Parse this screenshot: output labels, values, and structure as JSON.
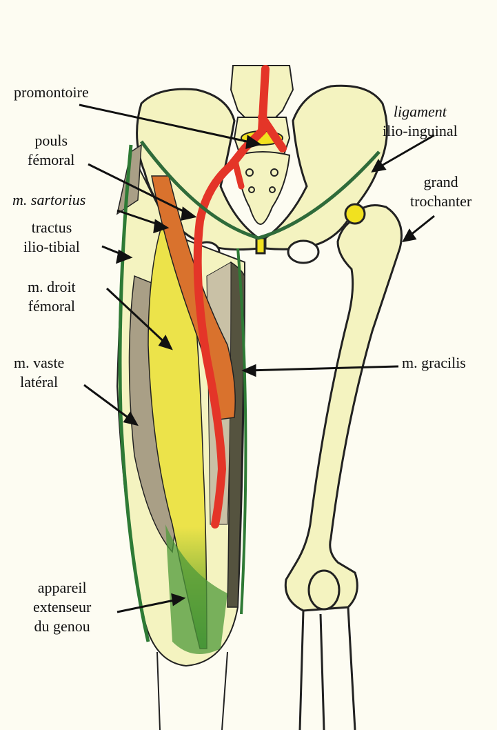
{
  "labels": {
    "promontoire": [
      "promontoire"
    ],
    "pouls_femoral": [
      "pouls",
      "fémoral"
    ],
    "sartorius": [
      "m. sartorius"
    ],
    "tractus": [
      "tractus",
      "ilio-tibial"
    ],
    "droit_femoral": [
      "m. droit",
      "fémoral"
    ],
    "vaste_lateral": [
      "m. vaste",
      "latéral"
    ],
    "appareil": [
      "appareil",
      "extenseur",
      "du genou"
    ],
    "ligament": [
      "ligament",
      "ilio-inguinal"
    ],
    "grand_trochanter": [
      "grand",
      "trochanter"
    ],
    "gracilis": [
      "m. gracilis"
    ]
  },
  "colors": {
    "background": "#fdfcf2",
    "bone": "#f4f3c0",
    "artery": "#e43528",
    "sartorius": "#d9722d",
    "rectus": "#ece34a",
    "vastus": "#a99f86",
    "fascia": "#2e7a35",
    "ligament": "#2f6b3a"
  }
}
